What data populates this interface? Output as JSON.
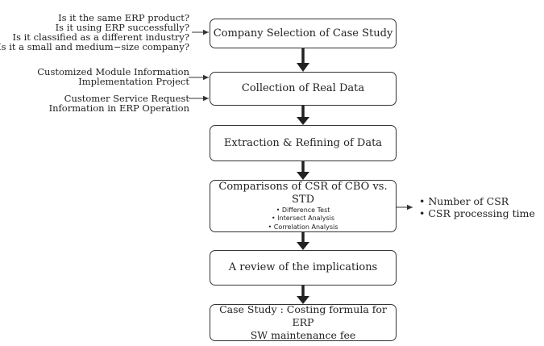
{
  "flow": {
    "steps": [
      {
        "label": "Company Selection of Case Study"
      },
      {
        "label": "Collection of Real Data"
      },
      {
        "label": "Extraction & Refining of Data"
      },
      {
        "label": "Comparisons of CSR of CBO vs. STD",
        "sub_items": [
          "• Difference Test",
          "• Intersect Analysis",
          "• Correlation Analysis"
        ]
      },
      {
        "label": "A review of the implications"
      },
      {
        "label_line1": "Case Study : Costing formula for ERP",
        "label_line2": "SW maintenance fee"
      }
    ]
  },
  "inputs": {
    "selection_criteria": [
      "Is it the same ERP product?",
      "Is it using ERP successfully?",
      "Is it classified as a different industry?",
      "Is it a small and medium−size company?"
    ],
    "data_sources": [
      {
        "line1": "Customized Module  Information",
        "line2": "Implementation Project"
      },
      {
        "line1": "Customer Service Request",
        "line2": "Information in ERP Operation"
      }
    ]
  },
  "outputs": {
    "metrics": [
      "•  Number of CSR",
      "•  CSR processing time"
    ]
  },
  "colors": {
    "line": "#333333",
    "thick_arrow": "#222222"
  }
}
